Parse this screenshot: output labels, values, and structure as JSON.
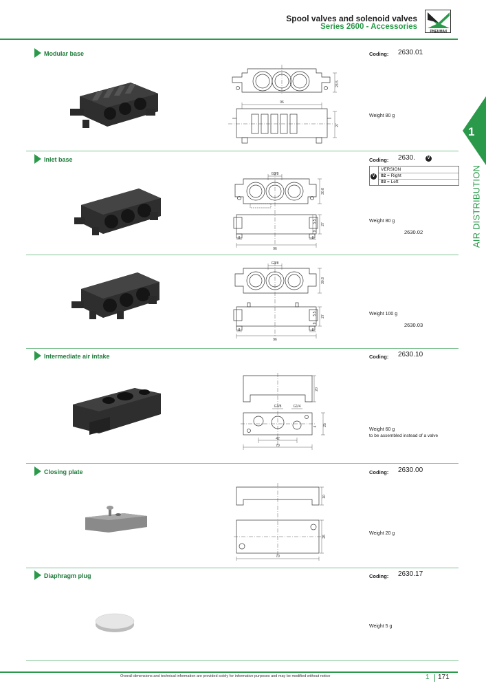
{
  "header": {
    "title": "Spool valves and solenoid valves",
    "subtitle": "Series 2600 - Accessories",
    "logo_text": "PNEUMAX"
  },
  "side_tab": {
    "chapter": "1",
    "label": "AIR DISTRIBUTION"
  },
  "sections": [
    {
      "title": "Modular base",
      "coding_label": "Coding:",
      "coding": "2630.01",
      "weight": "Weight 80 g",
      "dims": {
        "w": "96",
        "h1": "23.5",
        "h2": "27"
      }
    },
    {
      "title": "Inlet base",
      "coding_label": "Coding:",
      "coding": "2630.",
      "version": {
        "header": "VERSION",
        "rows": [
          {
            "code": "02",
            "text": "= Right"
          },
          {
            "code": "03",
            "text": "= Left"
          }
        ]
      },
      "weight": "Weight 80 g",
      "subcode": "2630.02",
      "dims": {
        "port": "G3/8",
        "h": "30.8",
        "w": "96",
        "a": "5.5",
        "b": "9",
        "c": "27",
        "side": "8"
      }
    },
    {
      "title": "",
      "weight": "Weight 100 g",
      "subcode": "2630.03",
      "dims": {
        "port": "G3/8",
        "h": "30.8",
        "w": "96",
        "a": "5.5",
        "b": "9",
        "c": "27",
        "side": "8"
      }
    },
    {
      "title": "Intermediate air intake",
      "coding_label": "Coding:",
      "coding": "2630.10",
      "weight": "Weight 60 g",
      "note": "to be assembled instead of a valve",
      "dims": {
        "h": "20",
        "port1": "G3/8",
        "port2": "G1/4",
        "a": "42",
        "b": "70",
        "c": "25",
        "d": "4"
      }
    },
    {
      "title": "Closing plate",
      "coding_label": "Coding:",
      "coding": "2630.00",
      "weight": "Weight 20 g",
      "dims": {
        "h": "10",
        "w": "70",
        "d": "26"
      }
    },
    {
      "title": "Diaphragm plug",
      "coding_label": "Coding:",
      "coding": "2630.17",
      "weight": "Weight 5 g"
    }
  ],
  "version_icon": "V",
  "footer": {
    "text": "Overall dimensions and technical information are provided solely for informative purposes and may be modified without notice",
    "chapter": "1",
    "page": "171"
  },
  "colors": {
    "accent": "#2a9a4a",
    "part": "#2e2e2e"
  }
}
